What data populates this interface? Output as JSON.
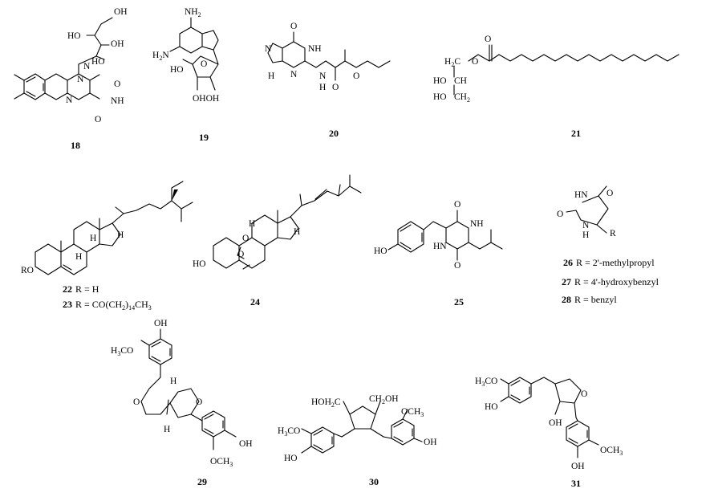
{
  "compounds": [
    {
      "label": "18",
      "atoms": {
        "oh_top": "OH",
        "ho_upper": "HO",
        "oh_mid": "OH",
        "ho_low": "HO",
        "n_ring": "N",
        "n_ring2": "N",
        "n_ring3": "N",
        "nh": "NH",
        "o1": "O",
        "o2": "O"
      }
    },
    {
      "label": "19",
      "atoms": {
        "nh2_top": "NH",
        "nh2_top_sub": "2",
        "h2n": "H",
        "h2n_sub": "2",
        "h2n_n": "N",
        "ho": "HO",
        "ohoh": "OHOH",
        "o_ring": "O"
      }
    },
    {
      "label": "20",
      "atoms": {
        "o_top": "O",
        "nh_1": "NH",
        "n_left": "N",
        "h_left": "H",
        "h_n": "H",
        "n_b": "N",
        "n_c": "N",
        "o_ester": "O",
        "o_carb": "O"
      }
    },
    {
      "label": "21",
      "atoms": {
        "h2c": "H",
        "h2c_sub": "2",
        "h2c_c": "C",
        "o": "O",
        "o_carb": "O",
        "ho_ch": "HO",
        "ch": "CH",
        "ho_ch2": "HO",
        "ch2": "CH",
        "ch2_sub": "2"
      }
    },
    {
      "label": "22",
      "atoms": {
        "ro": "RO",
        "h1": "H",
        "h2": "H",
        "h3": "H"
      }
    },
    {
      "label": "23"
    },
    {
      "label": "24",
      "atoms": {
        "ho": "HO",
        "h1": "H",
        "h2": "H",
        "o1": "O",
        "o2": "O"
      }
    },
    {
      "label": "25",
      "atoms": {
        "ho": "HO",
        "o1": "O",
        "o2": "O",
        "hn": "HN",
        "nh": "NH"
      }
    },
    {
      "label": "26",
      "atoms": {
        "hn": "HN",
        "o1": "O",
        "o2": "O",
        "n": "N",
        "h": "H",
        "r": "R"
      }
    },
    {
      "label": "27"
    },
    {
      "label": "28"
    },
    {
      "label": "29",
      "atoms": {
        "oh_top": "OH",
        "h3co": "H",
        "h3co_sub": "3",
        "h3co_rest": "CO",
        "o_l": "O",
        "o_r": "O",
        "h_u": "H",
        "h_d": "H",
        "oh_bot": "OH",
        "och3": "OCH",
        "och3_sub": "3"
      }
    },
    {
      "label": "30",
      "atoms": {
        "hoh2c": "HOH",
        "hoh2c_sub": "2",
        "hoh2c_c": "C",
        "ch2oh": "CH",
        "ch2oh_sub": "2",
        "ch2oh_oh": "OH",
        "och3": "OCH",
        "och3_sub": "3",
        "h3co": "H",
        "h3co_sub": "3",
        "h3co_rest": "CO",
        "ho": "HO",
        "oh": "OH"
      }
    },
    {
      "label": "31",
      "atoms": {
        "h3co": "H",
        "h3co_sub": "3",
        "h3co_rest": "CO",
        "ho": "HO",
        "o_ring": "O",
        "oh": "OH",
        "och3": "OCH",
        "och3_sub": "3",
        "oh_bot": "OH"
      }
    }
  ],
  "r_definitions": {
    "d22": {
      "num": "22",
      "text": "R = H"
    },
    "d23": {
      "num": "23",
      "text": "R = CO(CH",
      "sub1": "2",
      "mid": ")",
      "sub2": "14",
      "end": "CH",
      "sub3": "3"
    },
    "d26": {
      "num": "26",
      "text": "R = 2'-methylpropyl"
    },
    "d27": {
      "num": "27",
      "text": "R = 4'-hydroxybenzyl"
    },
    "d28": {
      "num": "28",
      "text": "R = benzyl"
    }
  }
}
